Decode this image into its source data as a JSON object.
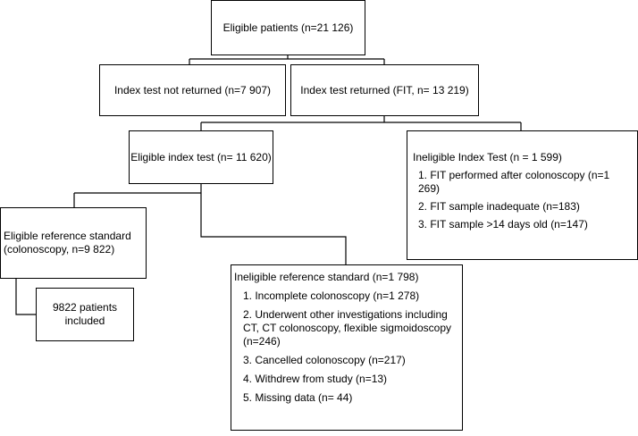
{
  "flowchart": {
    "eligible_patients": "Eligible patients (n=21 126)",
    "index_test_not_returned": "Index test not returned (n=7 907)",
    "index_test_returned": "Index test returned (FIT, n= 13 219)",
    "eligible_index_test": "Eligible index test (n= 11 620)",
    "ineligible_index_test": {
      "title": "Ineligible Index Test (n = 1 599)",
      "items": [
        "1. FIT performed after colonoscopy (n=1 269)",
        "2. FIT sample inadequate (n=183)",
        "3. FIT sample >14 days old (n=147)"
      ]
    },
    "eligible_reference_standard": "Eligible reference standard (colonoscopy, n=9 822)",
    "patients_included": "9822 patients included",
    "ineligible_reference_standard": {
      "title": "Ineligible reference standard (n=1 798)",
      "items": [
        "1. Incomplete colonoscopy (n=1 278)",
        "2. Underwent other investigations including CT, CT colonoscopy, flexible sigmoidoscopy (n=246)",
        "3. Cancelled colonoscopy (n=217)",
        "4. Withdrew from study (n=13)",
        "5. Missing data (n= 44)"
      ]
    }
  }
}
